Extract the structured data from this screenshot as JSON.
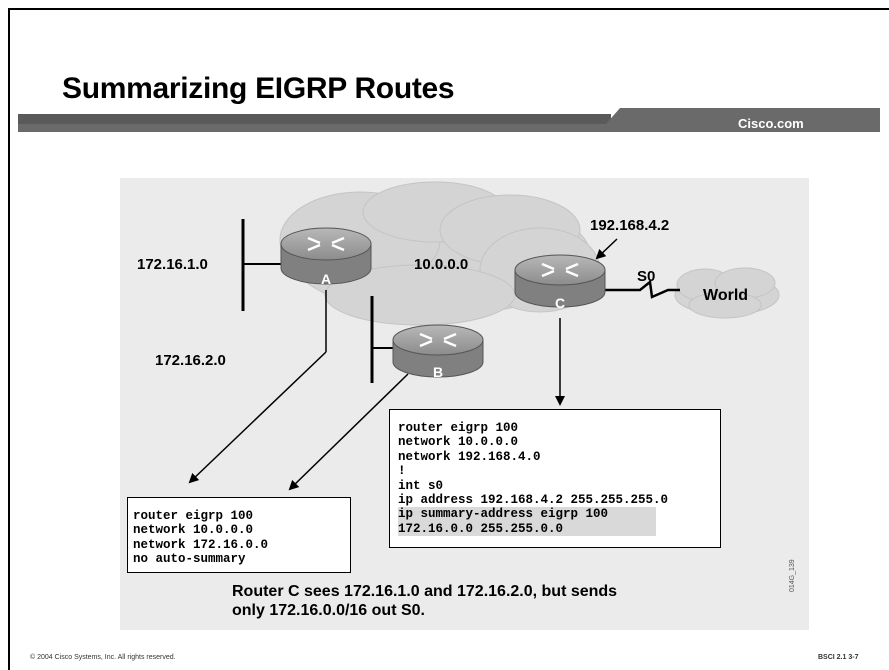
{
  "slide": {
    "title": "Summarizing EIGRP Routes",
    "brand": "Cisco.com",
    "footer_left": "© 2004 Cisco Systems, Inc. All rights reserved.",
    "footer_right": "BSCI 2.1   3-7",
    "figure_id": "014G_139"
  },
  "diagram": {
    "routers": [
      {
        "label": "A"
      },
      {
        "label": "B"
      },
      {
        "label": "C"
      }
    ],
    "network_labels": {
      "net_a": "172.16.1.0",
      "net_b": "172.16.2.0",
      "cloud": "10.0.0.0",
      "router_c_ip": "192.168.4.2",
      "serial": "S0",
      "world": "World"
    },
    "config_left": [
      "router eigrp 100",
      "network 10.0.0.0",
      "network 172.16.0.0",
      "no auto-summary"
    ],
    "config_right": [
      "router eigrp 100",
      "network 10.0.0.0",
      "network 192.168.4.0",
      "!",
      "int s0",
      "ip address 192.168.4.2 255.255.255.0",
      "ip summary-address eigrp 100",
      "172.16.0.0 255.255.0.0"
    ],
    "caption_line1": "Router C sees 172.16.1.0 and 172.16.2.0, but sends",
    "caption_line2": "only 172.16.0.0/16 out S0."
  }
}
